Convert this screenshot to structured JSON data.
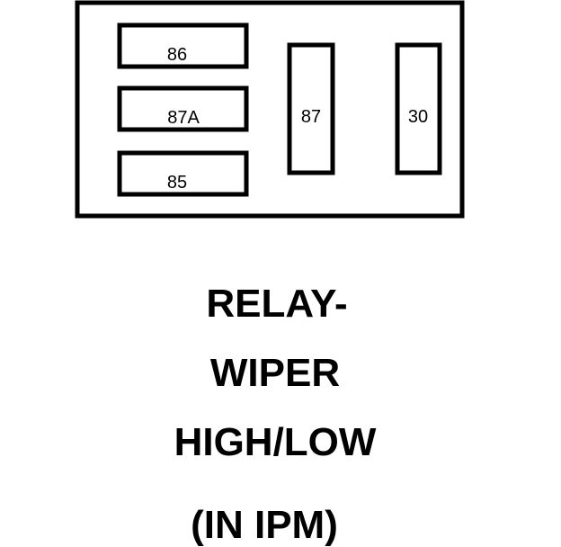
{
  "relay": {
    "terminals": {
      "t86": "86",
      "t87a": "87A",
      "t85": "85",
      "t87": "87",
      "t30": "30"
    }
  },
  "caption": {
    "line1": "RELAY-",
    "line2": "WIPER",
    "line3": "HIGH/LOW",
    "line4": "(IN IPM)"
  },
  "colors": {
    "stroke": "#000000",
    "background": "#ffffff"
  }
}
